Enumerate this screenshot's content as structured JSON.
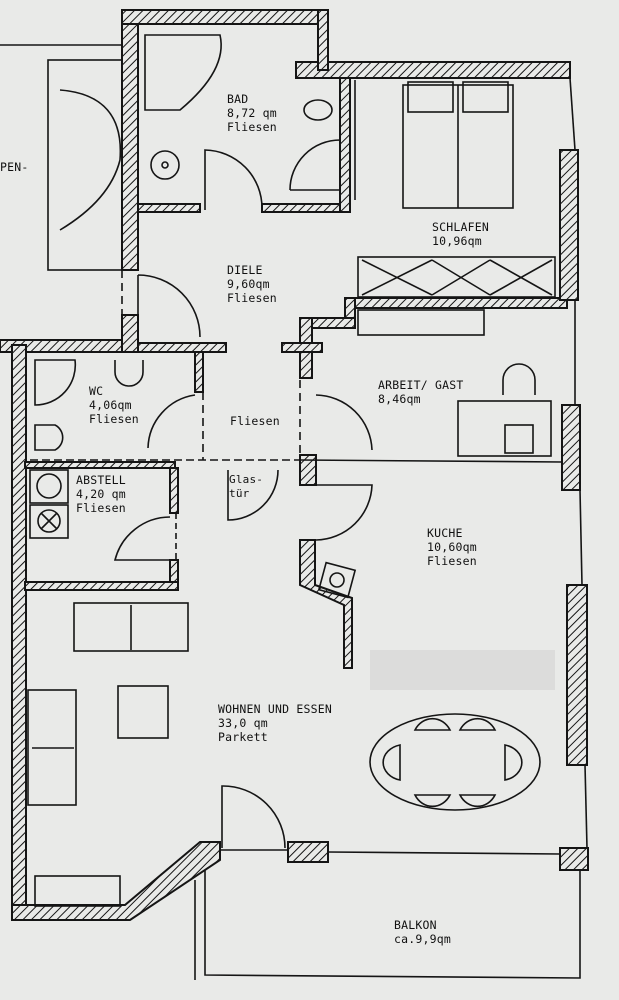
{
  "plan": {
    "paper_color": "#e9eae8",
    "ink_color": "#151515",
    "rooms": {
      "treppen": {
        "name": "PEN-"
      },
      "bad": {
        "name": "BAD",
        "area": "8,72 qm",
        "floor": "Fliesen"
      },
      "schlafen": {
        "name": "SCHLAFEN",
        "area": "10,96qm"
      },
      "diele": {
        "name": "DIELE",
        "area": "9,60qm",
        "floor": "Fliesen"
      },
      "wc": {
        "name": "WC",
        "area": "4,06qm",
        "floor": "Fliesen"
      },
      "flur": {
        "floor": "Fliesen"
      },
      "arbeit": {
        "name": "ARBEIT/ GAST",
        "area": "8,46qm"
      },
      "abstell": {
        "name": "ABSTELL",
        "area": "4,20 qm",
        "floor": "Fliesen"
      },
      "glastuer": {
        "line1": "Glas-",
        "line2": "tür"
      },
      "kueche": {
        "name": "KUCHE",
        "area": "10,60qm",
        "floor": "Fliesen"
      },
      "wohnen": {
        "name": "WOHNEN UND ESSEN",
        "area": "33,0 qm",
        "floor": "Parkett"
      },
      "balkon": {
        "name": "BALKON",
        "area": "ca.9,9qm"
      }
    }
  }
}
